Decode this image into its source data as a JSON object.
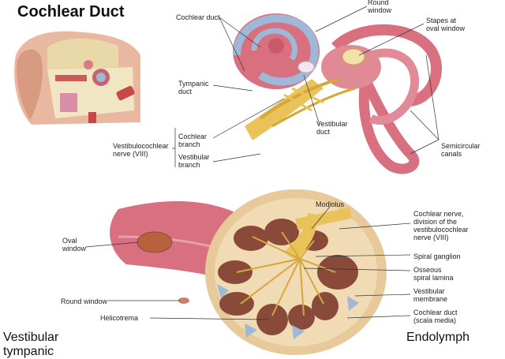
{
  "title": "Cochlear Duct",
  "top_labels": {
    "round_window": "Round\nwindow",
    "cochlear_duct": "Cochlear duct",
    "stapes": "Stapes at\noval window",
    "tympanic_duct": "Tympanic\nduct",
    "cochlear_branch": "Cochlear\nbranch",
    "vestibular_duct": "Vestibular\nduct",
    "vestibulocochlear_nerve": "Vestibulocochlear\nnerve (VIII)",
    "vestibular_branch": "Vestibular\nbranch",
    "semicircular_canals": "Semicircular\ncanals"
  },
  "bottom_labels": {
    "modiolus": "Modiolus",
    "cochlear_nerve": "Cochlear nerve,\ndivision of the\nvestibulocochlear\nnerve (VIII)",
    "oval_window": "Oval\nwindow",
    "spiral_ganglion": "Spiral ganglion",
    "osseous_spiral_lamina": "Osseous\nspiral lamina",
    "round_window": "Round window",
    "vestibular_membrane": "Vestibular\nmembrane",
    "helicotrema": "Helicotrema",
    "cochlear_duct_scala_media": "Cochlear duct\n(scala media)"
  },
  "overlay_text": {
    "vestibular": "Vestibular",
    "tympanic": "tympanic",
    "endolymph": "Endolymph"
  },
  "colors": {
    "tissue_pink": "#d9707f",
    "duct_blue": "#9fb8d8",
    "nerve_yellow": "#e9c35a",
    "bone_tan": "#e8c99a",
    "chamber_brown": "#8a4a3a"
  }
}
